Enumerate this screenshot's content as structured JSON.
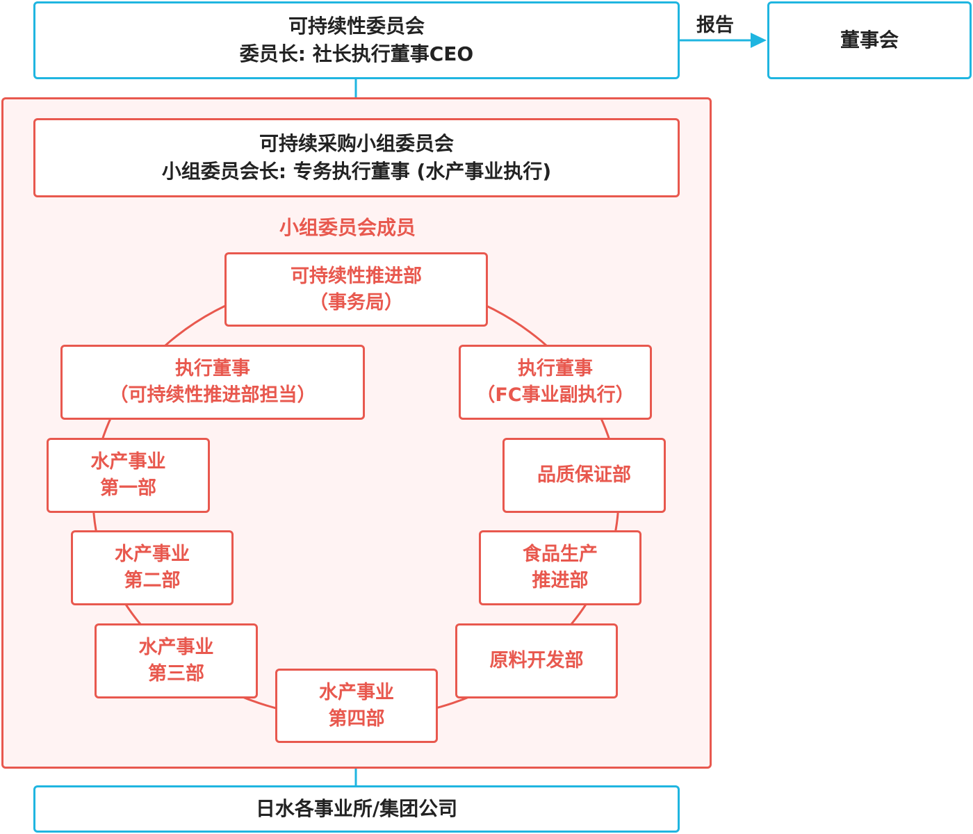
{
  "top_committee": {
    "line1": "可持续性委员会",
    "line2": "委员长: 社长执行董事CEO"
  },
  "report_label": "报告",
  "board": "董事会",
  "sub_committee": {
    "line1": "可持续采购小组委员会",
    "line2": "小组委员会长: 专务执行董事 (水产事业执行)"
  },
  "members_title": "小组委员会成员",
  "members": [
    {
      "line1": "可持续性推进部",
      "line2": "（事务局）"
    },
    {
      "line1": "执行董事",
      "line2": "（FC事业副执行）"
    },
    {
      "line1": "品质保证部",
      "line2": ""
    },
    {
      "line1": "食品生产",
      "line2": "推进部"
    },
    {
      "line1": "原料开发部",
      "line2": ""
    },
    {
      "line1": "水产事业",
      "line2": "第四部"
    },
    {
      "line1": "水产事业",
      "line2": "第三部"
    },
    {
      "line1": "水产事业",
      "line2": "第二部"
    },
    {
      "line1": "水产事业",
      "line2": "第一部"
    },
    {
      "line1": "执行董事",
      "line2": "（可持续性推进部担当）"
    }
  ],
  "bottom": "日水各事业所/集团公司",
  "colors": {
    "blue": "#1fb5e0",
    "red": "#e8584e",
    "panel_bg": "#fff3f3"
  }
}
